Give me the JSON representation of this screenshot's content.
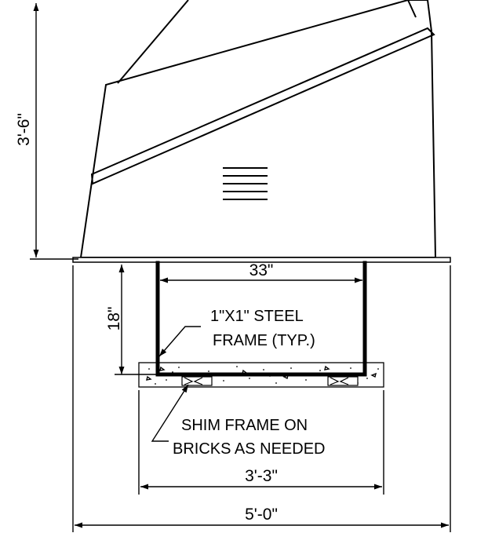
{
  "dimensions": {
    "unit_height": "3'-6\"",
    "frame_height": "18\"",
    "frame_width": "33\"",
    "pad_width": "3'-3\"",
    "overall_width": "5'-0\""
  },
  "notes": {
    "steel_frame_line1": "1\"X1\" STEEL",
    "steel_frame_line2": "FRAME (TYP.)",
    "shim_line1": "SHIM FRAME ON",
    "shim_line2": "BRICKS AS NEEDED"
  },
  "colors": {
    "line": "#000000",
    "background": "#ffffff"
  }
}
